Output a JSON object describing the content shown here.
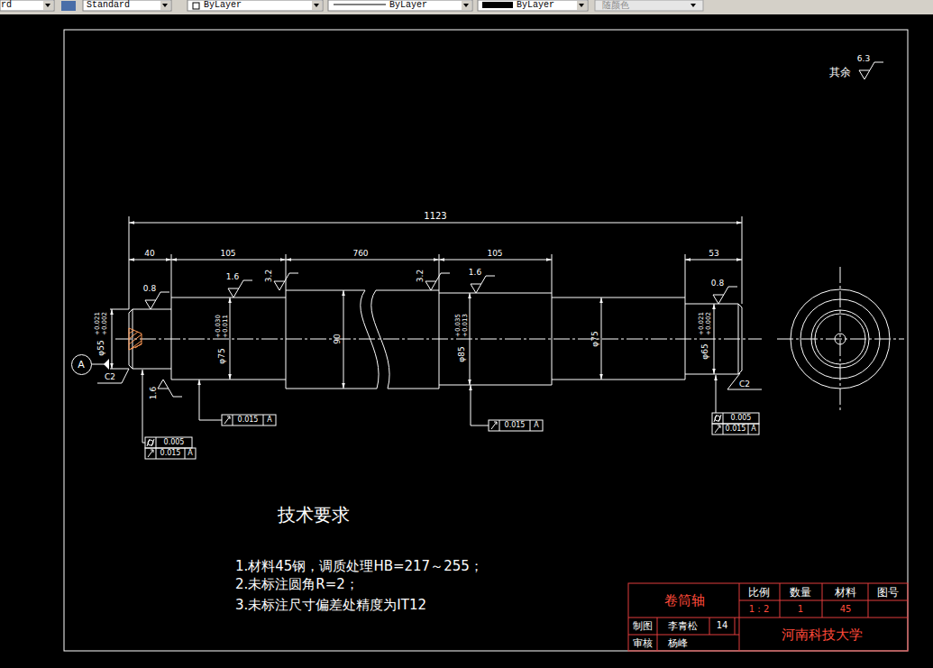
{
  "diagram": {
    "nodes": [
      {
        "text": [
          "A"
        ]
      }
    ],
    "labels": [
      "rd",
      "Standard",
      "ByLayer",
      "ByLayer",
      "ByLayer",
      "随颜色",
      "其余",
      "6.3",
      "1123",
      "40",
      "105",
      "760",
      "105",
      "53",
      "0.8",
      "1.6",
      "3.2",
      "3.2",
      "1.6",
      "0.8",
      "1.6",
      "φ55",
      "+0.021",
      "+0.002",
      "φ75",
      "+0.030",
      "+0.011",
      "90",
      "φ85",
      "+0.035",
      "+0.013",
      "φ75",
      "φ65",
      "+0.021",
      "+0.002",
      "C2",
      "C2",
      "0.015",
      "A",
      "0.015",
      "A",
      "0.005",
      "0.015",
      "A",
      "0.005",
      "0.015",
      "A",
      "技术要求",
      "1.材料45钢，调质处理HB=217～255；",
      "2.未标注圆角R=2；",
      "3.未标注尺寸偏差处精度为IT12",
      "卷筒轴",
      "比例",
      "数量",
      "材料",
      "图号",
      "1：2",
      "1",
      "45",
      "河南科技大学",
      "制图",
      "李青松",
      "14",
      "审核",
      "杨峰"
    ]
  }
}
